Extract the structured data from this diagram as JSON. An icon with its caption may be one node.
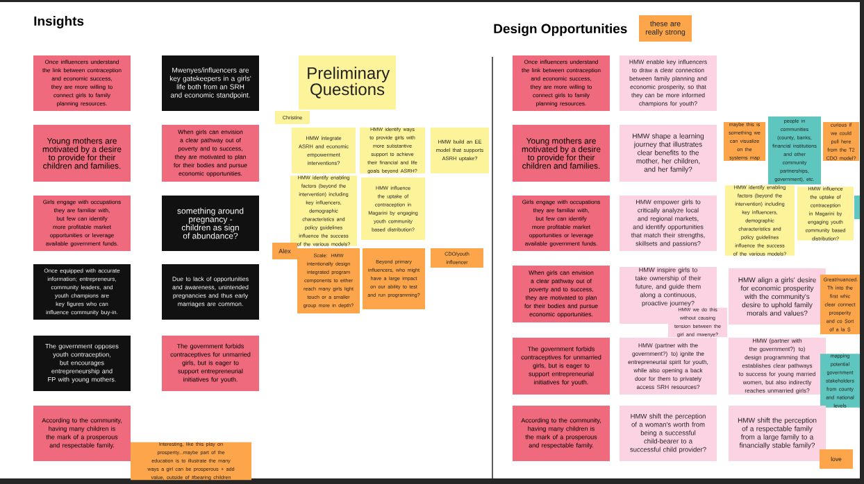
{
  "diagram": {
    "nodes": [
      {
        "text": [
          "Once influencers understand the link between contraception and economic success, they are more willing to connect girls to family planning resources."
        ]
      },
      {
        "text": [
          "Young mothers are motivated by a desire to provide for their children and families."
        ]
      },
      {
        "text": [
          "Girls engage with occupations they are familiar with, but few can identify more profitable market opportunities or leverage available government funds."
        ]
      },
      {
        "text": [
          "Once equipped with accurate information; entrepreneurs, community leaders, and youth champions are key figures who can influence community buy-in."
        ]
      },
      {
        "text": [
          "The government opposes youth contraception, but encourages entrepreneurship and FP with young mothers."
        ]
      },
      {
        "text": [
          "According to the community, having many children is the mark of a prosperous and respectable family."
        ]
      },
      {
        "text": [
          "Mwenyes/influencers are key gatekeepers in a girls' life both from an SRH and economic standpoint."
        ]
      },
      {
        "text": [
          "When girls can envision a clear pathway out of poverty and to success, they are motivated to plan for their bodies and pursue economic opportunities."
        ]
      },
      {
        "text": [
          "something around pregnancy - children as sign of abundance?"
        ]
      },
      {
        "text": [
          "Due to lack of opportunities and awareness, unintended pregnancies and thus early marriages are common."
        ]
      },
      {
        "text": [
          "The government forbids contraceptives for unmarried girls, but is eager to support entrepreneurial initiatives for youth."
        ]
      },
      {
        "text": [
          "Interesting, like this play on prosperity...maybe part of the education is to illustrate the many ways a girl can be prosperous + add value, outside of #bearing children"
        ]
      },
      {
        "text": [
          "Preliminary Questions"
        ]
      },
      {
        "text": [
          "Christine"
        ]
      },
      {
        "text": [
          "HMW integrate ASRH and economic empowerment interventions?"
        ]
      },
      {
        "text": [
          "HMW identify ways to provide girls with more substantive support to achieve their financial and life goals beyond ASRH?"
        ]
      },
      {
        "text": [
          "HMW build an EE model that supports ASRH uptake?"
        ]
      },
      {
        "text": [
          "HMW identify enabling factors (beyond the intervention) including key influencers, demographic characteristics and policy guidelines influence the success of the various models?"
        ]
      },
      {
        "text": [
          "HMW influence the uptake of contraception in Magarini by engaging youth community based distribution?"
        ]
      },
      {
        "text": [
          "Alex"
        ]
      },
      {
        "text": [
          "Scale: HMW intentionally design integrated program components to either reach many girls light touch or a smaller group more in depth?"
        ]
      },
      {
        "text": [
          "Beyond primary influencers, who might have a large impact on our ability to test and run programming?"
        ]
      },
      {
        "text": [
          "CDO/youth influencer"
        ]
      },
      {
        "text": [
          "these are really strong"
        ]
      },
      {
        "text": [
          "Once influencers understand the link between contraception and economic success, they are more willing to connect girls to family planning resources."
        ]
      },
      {
        "text": [
          "Young mothers are motivated by a desire to provide for their children and families."
        ]
      },
      {
        "text": [
          "Girls engage with occupations they are familiar with, but few can identify more profitable market opportunities or leverage available government funds."
        ]
      },
      {
        "text": [
          "When girls can envision a clear pathway out of poverty and to success, they are motivated to plan for their bodies and pursue economic opportunities."
        ]
      },
      {
        "text": [
          "The government forbids contraceptives for unmarried girls, but is eager to support entrepreneurial initiatives for youth."
        ]
      },
      {
        "text": [
          "According to the community, having many children is the mark of a prosperous and respectable family."
        ]
      },
      {
        "text": [
          "HMW enable key influencers to draw a clear connection between family planning and economic prosperity, so that they can be more informed champions for youth?"
        ]
      },
      {
        "text": [
          "HMW shape a learning journey that illustrates clear benefits to the mother, her children, and her family?"
        ]
      },
      {
        "text": [
          "HMW empower girls to critically analyze local and regional markets, and identify opportunities that match their strengths, skillsets and passions?"
        ]
      },
      {
        "text": [
          "HMW inspire girls to take ownership of their future, and guide them along a continuous, proactive journey?"
        ]
      },
      {
        "text": [
          "HMW we do this without causing tension between the girl and mwenye?"
        ]
      },
      {
        "text": [
          "HMW (partner with the government?) to) ignite the entrepreneurial spirit for youth, while also opening a back door for them to privately access SRH resources?"
        ]
      },
      {
        "text": [
          "HMW shift the perception of a woman's worth from being a successful child-bearer to a successful child provider?"
        ]
      },
      {
        "text": [
          "maybe this is something we can visualize on the systems map"
        ]
      },
      {
        "text": [
          "people in communities (county, banks, financial institutions and other community partnerships, government), etc."
        ]
      },
      {
        "text": [
          "curious if we could pull here from the T2 CDO model?"
        ]
      },
      {
        "text": [
          "HMW identify enabling factors (beyond the intervention) including key influencers, demographic characteristics and policy guidelines influence the success of the various models?"
        ]
      },
      {
        "text": [
          "HMW influence the uptake of contraception in Magarini by engaging youth community based distribution?"
        ]
      },
      {
        "text": [],
        "shape": "box"
      },
      {
        "text": [
          "HMW align a girls' desire for economic prosperity with the community's desire to uphold family morals and values?"
        ]
      },
      {
        "text": [
          "Great/nuanced. Th into the first whic clear connect prosperity and co Sort of a la S"
        ]
      },
      {
        "text": [
          "HMW (partner with the government?) to) design programming that establishes clear pathways to success for young married women, but also indirectly reaches unmarried girls?"
        ]
      },
      {
        "text": [
          "mapping potential government stakeholders from county and national levels"
        ]
      },
      {
        "text": [
          "HMW shift the perception of a respectable family from a large family to a financially stable family?"
        ]
      },
      {
        "text": [
          "love"
        ]
      }
    ],
    "labels": [
      "Insights",
      "Design Opportunities"
    ]
  }
}
